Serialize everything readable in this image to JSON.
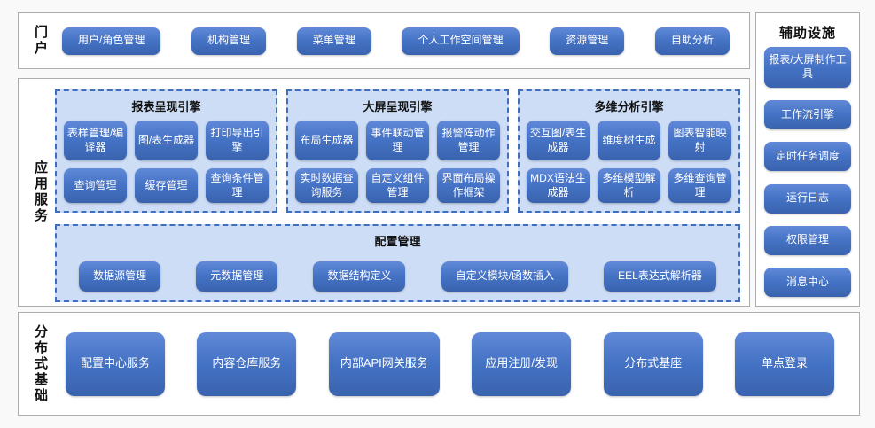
{
  "colors": {
    "accent_blue": "#4472C4",
    "panel_blue": "#CDDDF6",
    "dashed_border_blue": "#3F6EC0"
  },
  "portal": {
    "label": "门户",
    "items": [
      "用户/角色管理",
      "机构管理",
      "菜单管理",
      "个人工作空间管理",
      "资源管理",
      "自助分析"
    ]
  },
  "services": {
    "label": "应用服务",
    "engines": [
      {
        "title": "报表呈现引擎",
        "items": [
          "表样管理/编译器",
          "图/表生成器",
          "打印导出引擎",
          "查询管理",
          "缓存管理",
          "查询条件管理"
        ]
      },
      {
        "title": "大屏呈现引擎",
        "items": [
          "布局生成器",
          "事件联动管理",
          "报警阵动作管理",
          "实时数据查询服务",
          "自定义组件管理",
          "界面布局操作框架"
        ]
      },
      {
        "title": "多维分析引擎",
        "items": [
          "交互图/表生成器",
          "维度树生成",
          "图表智能映射",
          "MDX语法生成器",
          "多维模型解析",
          "多维查询管理"
        ]
      }
    ],
    "config": {
      "title": "配置管理",
      "items": [
        "数据源管理",
        "元数据管理",
        "数据结构定义",
        "自定义模块/函数插入",
        "EEL表达式解析器"
      ]
    }
  },
  "aux": {
    "title": "辅助设施",
    "items": [
      "报表/大屏制作工具",
      "工作流引擎",
      "定时任务调度",
      "运行日志",
      "权限管理",
      "消息中心"
    ]
  },
  "foundation": {
    "label": "分布式基础",
    "items": [
      "配置中心服务",
      "内容仓库服务",
      "内部API网关服务",
      "应用注册/发现",
      "分布式基座",
      "单点登录"
    ]
  }
}
